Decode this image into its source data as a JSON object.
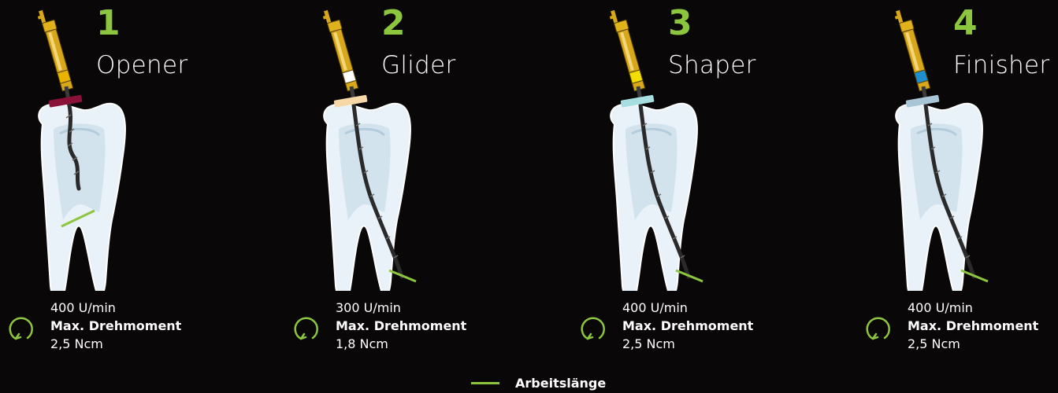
{
  "steps": [
    {
      "number": "1",
      "name": "Opener",
      "rpm": "400 U/min",
      "torque_label": "Max. Drehmoment",
      "torque_value": "2,5 Ncm",
      "handle_band_color": "#e8b400",
      "stopper_color": "#8a1238"
    },
    {
      "number": "2",
      "name": "Glider",
      "rpm": "300 U/min",
      "torque_label": "Max. Drehmoment",
      "torque_value": "1,8 Ncm",
      "handle_band_color": "#ffffff",
      "stopper_color": "#f6d9a6"
    },
    {
      "number": "3",
      "name": "Shaper",
      "rpm": "400 U/min",
      "torque_label": "Max. Drehmoment",
      "torque_value": "2,5 Ncm",
      "handle_band_color": "#f3de00",
      "stopper_color": "#a6dee2"
    },
    {
      "number": "4",
      "name": "Finisher",
      "rpm": "400 U/min",
      "torque_label": "Max. Drehmoment",
      "torque_value": "2,5 Ncm",
      "handle_band_color": "#1e8fce",
      "stopper_color": "#a9c6d6"
    }
  ],
  "legend": {
    "label": "Arbeitslänge",
    "color": "#8cc63f"
  },
  "colors": {
    "accent_green": "#8cc63f",
    "handle_gold": "#d8a81a",
    "background": "#0a0708"
  },
  "icons": [
    "rotation-icon",
    "file-instrument-icon",
    "tooth-icon"
  ]
}
